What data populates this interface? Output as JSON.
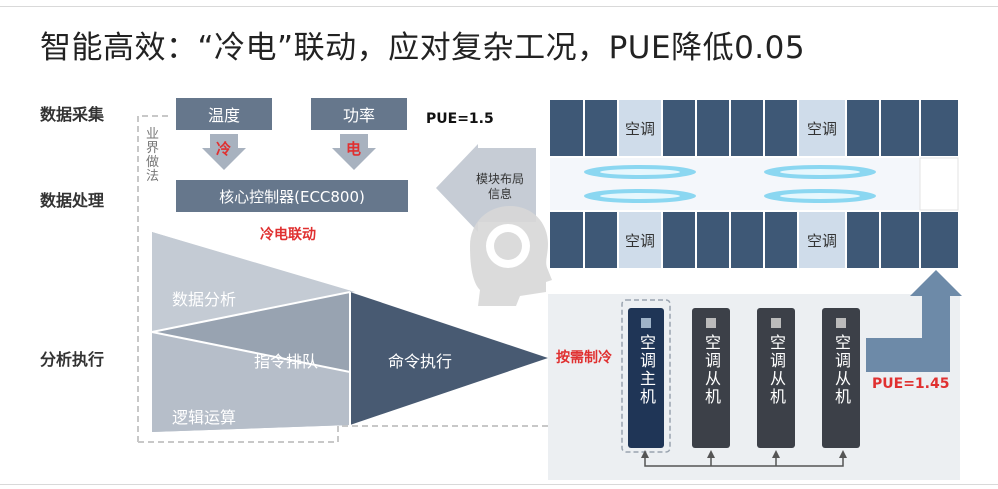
{
  "title": "智能高效：“冷电”联动，应对复杂工况，PUE降低0.05",
  "rows": {
    "collect": "数据采集",
    "process": "数据处理",
    "analyze": "分析执行"
  },
  "industry_label": "业界做法",
  "inputs": {
    "temperature": "温度",
    "power": "功率",
    "cold_char": "冷",
    "elec_char": "电"
  },
  "controller": "核心控制器(ECC800)",
  "linkage": "冷电联动",
  "pue_before": "PUE=1.5",
  "pue_after": "PUE=1.45",
  "module_info": "模块布局\n信息",
  "triangle": {
    "data_analysis": "数据分析",
    "command_queue": "指令排队",
    "logic_calc": "逻辑运算",
    "execute": "命令执行"
  },
  "on_demand": "按需制冷",
  "ac_label": "空调",
  "cabinets": {
    "master": "空调主机",
    "slave": "空调从机"
  },
  "colors": {
    "box": "#66778c",
    "dark_triangle": "#485a72",
    "light_triangle": "#c4cbd4",
    "mid_triangle": "#98a3b1",
    "red": "#e03030",
    "blue_text": "#0b3a78"
  }
}
